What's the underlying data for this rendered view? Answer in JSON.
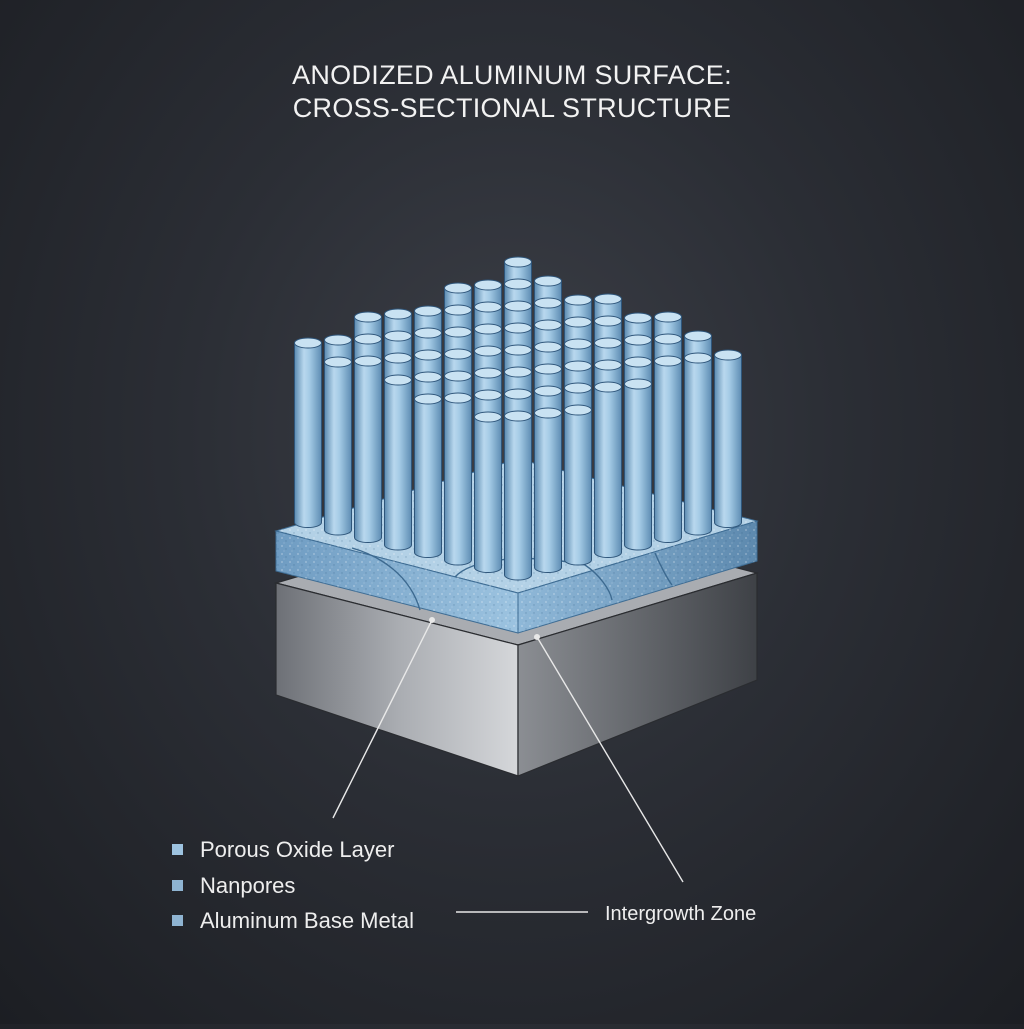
{
  "title": {
    "line1": "ANODIZED ALUMINUM SURFACE:",
    "line2": "CROSS-SECTIONAL STRUCTURE"
  },
  "legend": [
    {
      "label": "Porous Oxide Layer",
      "color": "#9dc3e0"
    },
    {
      "label": "Nanpores",
      "color": "#8fb4d2"
    },
    {
      "label": "Aluminum Base Metal",
      "color": "#8fb4d2"
    }
  ],
  "callout": {
    "label": "Intergrowth Zone"
  },
  "colors": {
    "cylinder_light": "#c9e2f2",
    "cylinder_mid": "#86b4d6",
    "cylinder_dark": "#4f7fa6",
    "oxide_top": "#b3d1e6",
    "oxide_side": "#6f9cc2",
    "metal_top": "#b9bcc1",
    "metal_front": "#8e9197",
    "metal_side": "#4b4e54"
  }
}
